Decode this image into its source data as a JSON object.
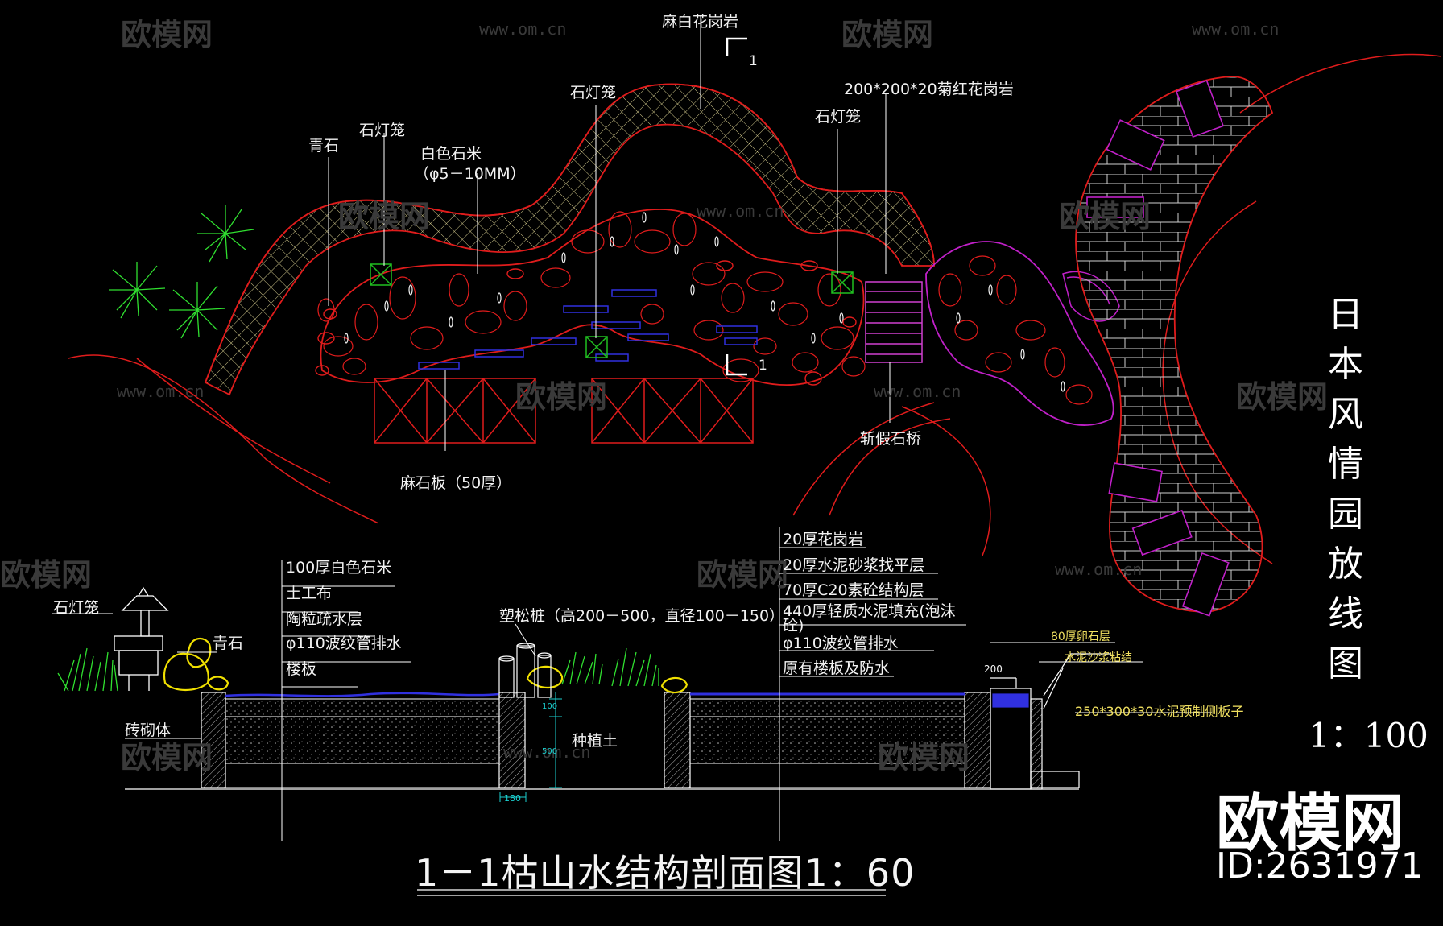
{
  "plan": {
    "labels": {
      "granite_white": "麻白花岗岩",
      "lantern_top": "石灯笼",
      "lantern_left": "石灯笼",
      "lantern_right": "石灯笼",
      "blue_stone": "青石",
      "white_pebble": "白色石米",
      "pebble_size": "（φ5－10MM）",
      "red_granite": "200*200*20菊红花岗岩",
      "stone_slab": "麻石板（50厚）",
      "fake_bridge": "斩假石桥",
      "section_mark_top": "1",
      "section_mark_bottom": "1"
    },
    "title_chars": [
      "日",
      "本",
      "风",
      "情",
      "园",
      "放",
      "线",
      "图"
    ],
    "scale": "1：100"
  },
  "section": {
    "left_layers": [
      "100厚白色石米",
      "土工布",
      "陶粒疏水层",
      "φ110波纹管排水",
      "楼板"
    ],
    "right_layers": [
      "20厚花岗岩",
      "20厚水泥砂浆找平层",
      "70厚C20素砼结构层",
      "440厚轻质水泥填充(泡沫砼)",
      "φ110波纹管排水",
      "原有楼板及防水"
    ],
    "labels": {
      "lantern": "石灯笼",
      "blue_stone": "青石",
      "brick": "砖砌体",
      "pine_stake": "塑松桩（高200－500，直径100－150）",
      "planting_soil": "种植土",
      "dim_180": "180",
      "dim_100": "100",
      "dim_500": "500",
      "dim_200": "200",
      "cobble": "80厚卵石层",
      "mortar": "水泥沙浆粘结",
      "curb": "250*300*30水泥预制侧板子"
    },
    "title": "1－1枯山水结构剖面图1：60"
  },
  "brand": {
    "name": "欧模网",
    "id": "ID:2631971",
    "watermark": "欧模网",
    "watermark_url": "www.om.cn"
  },
  "colors": {
    "background": "#000000",
    "outline_red": "#e01c1c",
    "hatch_yellow": "#d8d08a",
    "water_blue": "#3030e0",
    "lantern_green": "#20c020",
    "plant_green": "#30e030",
    "magenta": "#c020c8",
    "stone_yellow": "#f0e000"
  }
}
